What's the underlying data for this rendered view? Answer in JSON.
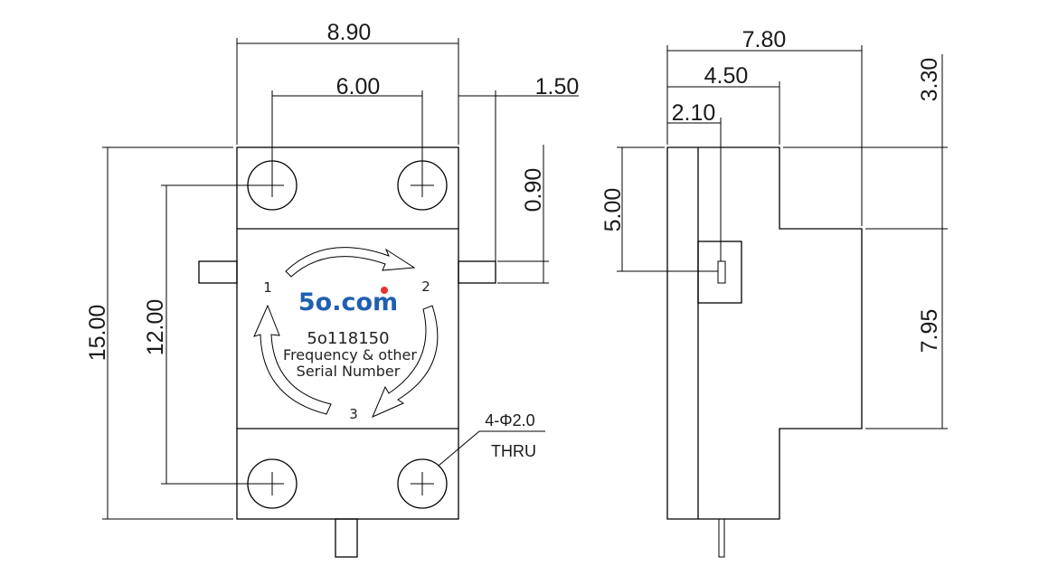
{
  "front_view": {
    "dimensions": {
      "overall_width": "8.90",
      "hole_spacing_x": "6.00",
      "tab_length": "1.50",
      "tab_thickness": "0.90",
      "overall_height": "15.00",
      "hole_spacing_y": "12.00"
    },
    "ports": {
      "p1": "1",
      "p2": "2",
      "p3": "3"
    },
    "logo": {
      "text": "5o.com",
      "dot_color": "#e8322f",
      "text_color": "#1f5fb0"
    },
    "part_number": "5o118150",
    "label_line_1": "Frequency & other",
    "label_line_2": "Serial Number",
    "hole_callout_line_1": "4-Φ2.0",
    "hole_callout_line_2": "THRU"
  },
  "side_view": {
    "dimensions": {
      "overall_depth": "7.80",
      "step_depth": "4.50",
      "pin_offset": "2.10",
      "top_section": "3.30",
      "pin_height": "5.00",
      "lower_section": "7.95"
    }
  }
}
